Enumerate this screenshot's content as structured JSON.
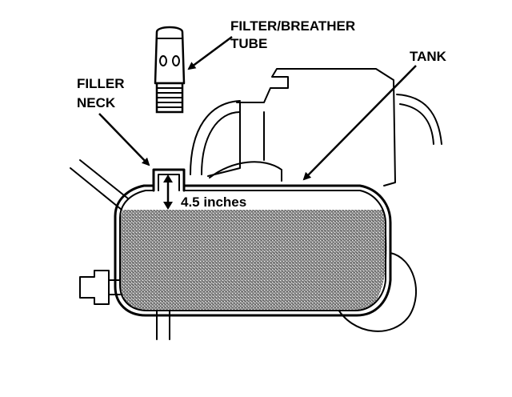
{
  "labels": {
    "filter_line1": "FILTER/BREATHER",
    "filter_line2": "TUBE",
    "filler_line1": "FILLER",
    "filler_line2": "NECK",
    "tank": "TANK"
  },
  "measurement": {
    "text": "4.5 inches"
  },
  "colors": {
    "ink": "#000000",
    "fluid_base": "#9a9a9a",
    "paper": "#ffffff"
  }
}
